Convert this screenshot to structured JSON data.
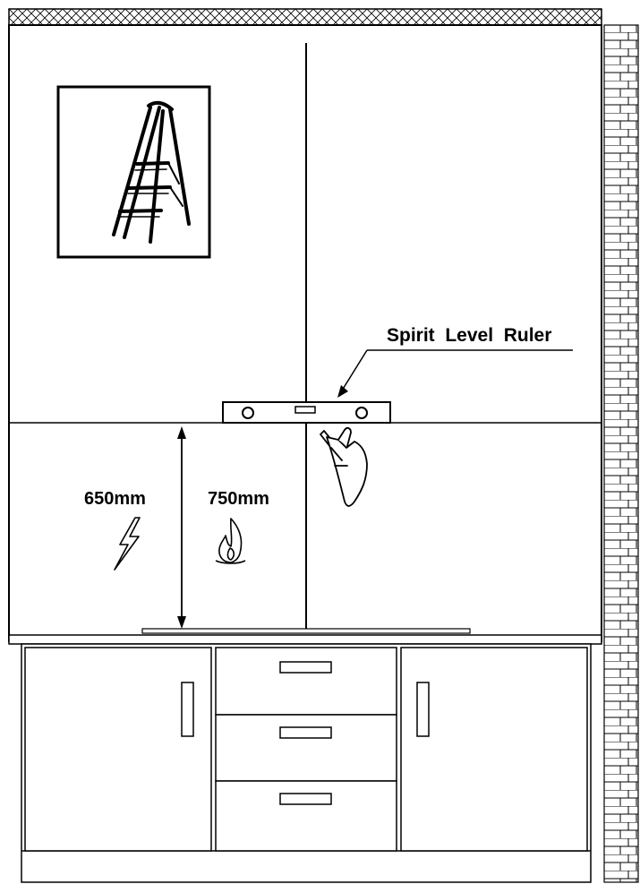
{
  "labels": {
    "tool_name": "Spirit  Level  Ruler",
    "height_electric": "650mm",
    "height_gas": "750mm"
  },
  "icons": {
    "step_ladder": "step-ladder-icon",
    "electric": "lightning-bolt-icon",
    "gas": "flame-icon",
    "hand": "hand-with-pencil-icon"
  },
  "colors": {
    "line": "#000000",
    "background": "#ffffff"
  }
}
